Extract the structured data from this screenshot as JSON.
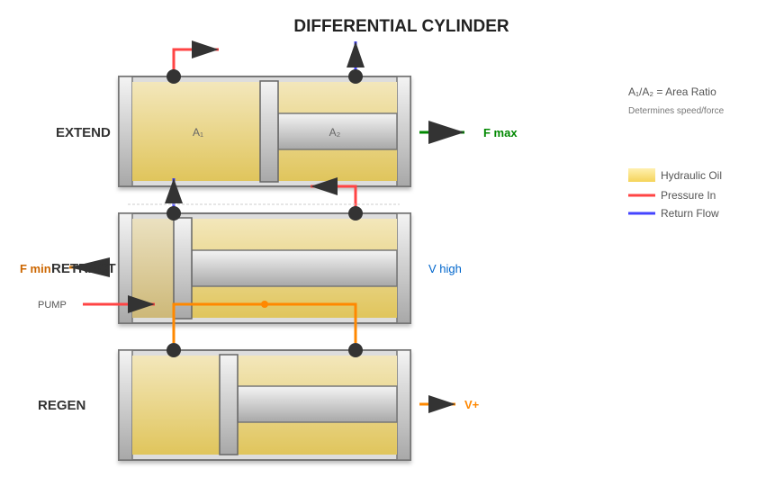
{
  "title": "DIFFERENTIAL CYLINDER",
  "modes": {
    "extend": {
      "label": "EXTEND",
      "area_left": "A₁",
      "area_right": "A₂",
      "output": "F max"
    },
    "retract": {
      "label": "RETRACT",
      "output_force": "F min",
      "output_speed": "V high",
      "pump": "PUMP"
    },
    "regen": {
      "label": "REGEN",
      "output": "V+"
    }
  },
  "info": {
    "ratio": "A₁/A₂ = Area Ratio",
    "note": "Determines speed/force"
  },
  "legend": [
    {
      "label": "Hydraulic Oil",
      "color": "#f5d97a"
    },
    {
      "label": "Pressure In",
      "color": "#ff4444"
    },
    {
      "label": "Return Flow",
      "color": "#4444ff"
    }
  ],
  "colors": {
    "pressure": "#ff4444",
    "return": "#4444ff",
    "force": "#008800",
    "regen": "#ff8800",
    "speed": "#0066cc"
  }
}
